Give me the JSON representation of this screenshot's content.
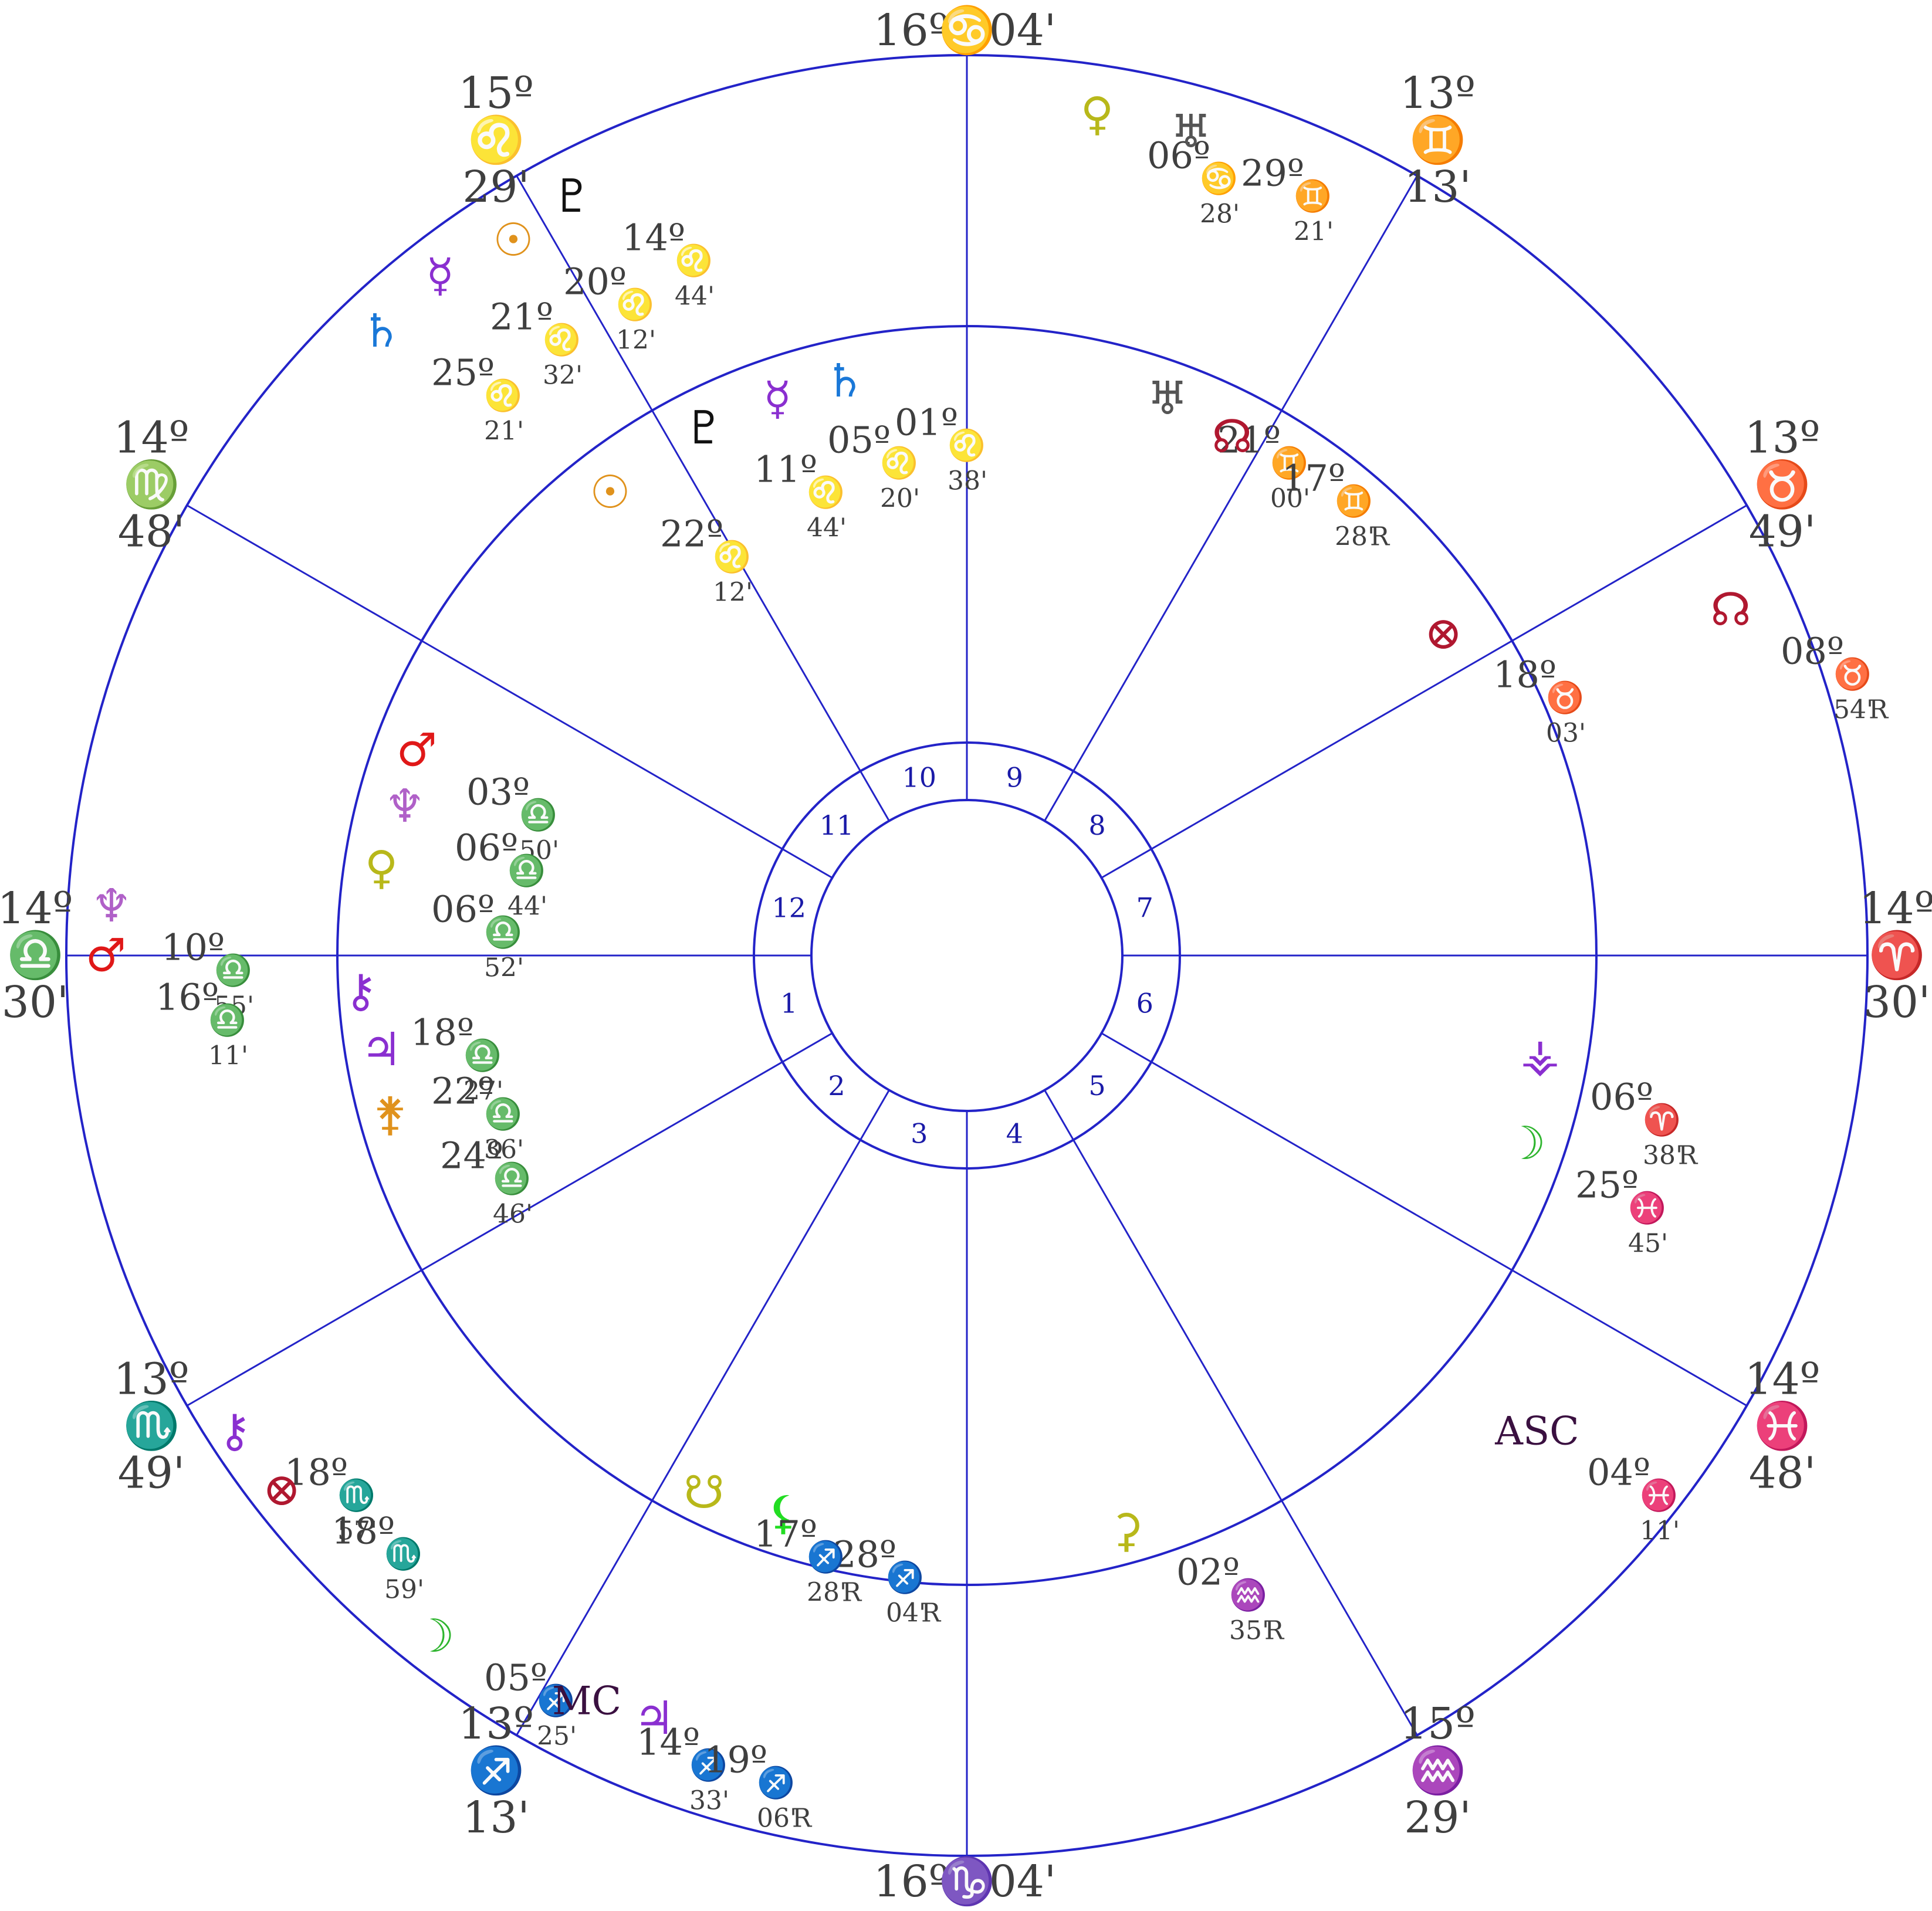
{
  "colors": {
    "line": "#2323c8",
    "text": "#3f3f3f",
    "gold": "#e0921c",
    "purple": "#8a2fd0",
    "olive": "#b8b81a",
    "green": "#2fb52f",
    "lime": "#22dd22",
    "red": "#e01818",
    "darkred": "#b01830",
    "blue": "#1a78d8",
    "navy": "#1a1aa8",
    "black": "#111111",
    "gray": "#555555",
    "maroon": "#3a1040",
    "lavender": "#b060c8"
  },
  "houses": [
    "1",
    "2",
    "3",
    "4",
    "5",
    "6",
    "7",
    "8",
    "9",
    "10",
    "11",
    "12"
  ],
  "outer_cusps": [
    {
      "deg": "16º",
      "sign": "♋",
      "min": "04'",
      "color": "green"
    },
    {
      "deg": "13º",
      "sign": "♊",
      "min": "13'",
      "color": "purple"
    },
    {
      "deg": "13º",
      "sign": "♉",
      "min": "49'",
      "color": "olive"
    },
    {
      "deg": "14º",
      "sign": "♈",
      "min": "30'",
      "color": "darkred"
    },
    {
      "deg": "14º",
      "sign": "♓",
      "min": "48'",
      "color": "purple"
    },
    {
      "deg": "15º",
      "sign": "♒",
      "min": "29'",
      "color": "blue"
    },
    {
      "deg": "16º",
      "sign": "♑",
      "min": "04'",
      "color": "navy"
    },
    {
      "deg": "13º",
      "sign": "♐",
      "min": "13'",
      "color": "purple"
    },
    {
      "deg": "13º",
      "sign": "♏",
      "min": "49'",
      "color": "darkred"
    },
    {
      "deg": "14º",
      "sign": "♎",
      "min": "30'",
      "color": "olive"
    },
    {
      "deg": "14º",
      "sign": "♍",
      "min": "48'",
      "color": "purple"
    },
    {
      "deg": "15º",
      "sign": "♌",
      "min": "29'",
      "color": "gold"
    }
  ],
  "outer_bodies": [
    {
      "name": "venus",
      "glyph": "♀",
      "deg": "06º",
      "sign": "♋",
      "min": "28'",
      "gcolor": "olive",
      "scolor": "green",
      "r": ""
    },
    {
      "name": "uranus",
      "glyph": "♅",
      "deg": "29º",
      "sign": "♊",
      "min": "21'",
      "gcolor": "gray",
      "scolor": "purple",
      "r": ""
    },
    {
      "name": "pluto",
      "glyph": "♇",
      "deg": "14º",
      "sign": "♌",
      "min": "44'",
      "gcolor": "black",
      "scolor": "gold",
      "r": ""
    },
    {
      "name": "sun",
      "glyph": "☉",
      "deg": "20º",
      "sign": "♌",
      "min": "12'",
      "gcolor": "gold",
      "scolor": "gold",
      "r": ""
    },
    {
      "name": "mercury",
      "glyph": "☿",
      "deg": "21º",
      "sign": "♌",
      "min": "32'",
      "gcolor": "purple",
      "scolor": "gold",
      "r": ""
    },
    {
      "name": "saturn",
      "glyph": "♄",
      "deg": "25º",
      "sign": "♌",
      "min": "21'",
      "gcolor": "blue",
      "scolor": "gold",
      "r": ""
    },
    {
      "name": "node",
      "glyph": "☊",
      "deg": "08º",
      "sign": "♉",
      "min": "54'",
      "gcolor": "darkred",
      "scolor": "olive",
      "r": "R"
    },
    {
      "name": "neptune",
      "glyph": "♆",
      "deg": "10º",
      "sign": "♎",
      "min": "55'",
      "gcolor": "lavender",
      "scolor": "olive",
      "r": ""
    },
    {
      "name": "mars",
      "glyph": "♂",
      "deg": "16º",
      "sign": "♎",
      "min": "11'",
      "gcolor": "red",
      "scolor": "olive",
      "r": ""
    },
    {
      "name": "chiron",
      "glyph": "⚷",
      "deg": "18º",
      "sign": "♏",
      "min": "57'",
      "gcolor": "purple",
      "scolor": "darkred",
      "r": ""
    },
    {
      "name": "fortune",
      "glyph": "⊗",
      "deg": "18º",
      "sign": "♏",
      "min": "59'",
      "gcolor": "darkred",
      "scolor": "darkred",
      "r": ""
    },
    {
      "name": "moon",
      "glyph": "☽",
      "deg": "05º",
      "sign": "♐",
      "min": "25'",
      "gcolor": "green",
      "scolor": "purple",
      "r": ""
    },
    {
      "name": "mc",
      "glyph": "MC",
      "deg": "14º",
      "sign": "♐",
      "min": "33'",
      "gcolor": "maroon",
      "scolor": "purple",
      "r": ""
    },
    {
      "name": "jupiter",
      "glyph": "♃",
      "deg": "19º",
      "sign": "♐",
      "min": "06'",
      "gcolor": "purple",
      "scolor": "purple",
      "r": "R"
    },
    {
      "name": "asc",
      "glyph": "ASC",
      "deg": "04º",
      "sign": "♓",
      "min": "11'",
      "gcolor": "maroon",
      "scolor": "purple",
      "r": ""
    }
  ],
  "inner_bodies": [
    {
      "name": "uranus",
      "glyph": "♅",
      "deg": "21º",
      "sign": "♊",
      "min": "00'",
      "gcolor": "gray",
      "scolor": "purple",
      "r": ""
    },
    {
      "name": "node",
      "glyph": "☊",
      "deg": "17º",
      "sign": "♊",
      "min": "28'",
      "gcolor": "darkred",
      "scolor": "purple",
      "r": "R"
    },
    {
      "name": "mercury",
      "glyph": "☿",
      "deg": "05º",
      "sign": "♌",
      "min": "20'",
      "gcolor": "purple",
      "scolor": "gold",
      "r": ""
    },
    {
      "name": "saturn",
      "glyph": "♄",
      "deg": "01º",
      "sign": "♌",
      "min": "38'",
      "gcolor": "blue",
      "scolor": "gold",
      "r": ""
    },
    {
      "name": "pluto",
      "glyph": "♇",
      "deg": "11º",
      "sign": "♌",
      "min": "44'",
      "gcolor": "black",
      "scolor": "gold",
      "r": ""
    },
    {
      "name": "sun",
      "glyph": "☉",
      "deg": "22º",
      "sign": "♌",
      "min": "12'",
      "gcolor": "gold",
      "scolor": "gold",
      "r": ""
    },
    {
      "name": "fortune",
      "glyph": "⊗",
      "deg": "18º",
      "sign": "♉",
      "min": "03'",
      "gcolor": "darkred",
      "scolor": "olive",
      "r": ""
    },
    {
      "name": "mars",
      "glyph": "♂",
      "deg": "03º",
      "sign": "♎",
      "min": "50'",
      "gcolor": "red",
      "scolor": "olive",
      "r": ""
    },
    {
      "name": "neptune",
      "glyph": "♆",
      "deg": "06º",
      "sign": "♎",
      "min": "44'",
      "gcolor": "lavender",
      "scolor": "olive",
      "r": ""
    },
    {
      "name": "venus",
      "glyph": "♀",
      "deg": "06º",
      "sign": "♎",
      "min": "52'",
      "gcolor": "olive",
      "scolor": "olive",
      "r": ""
    },
    {
      "name": "chiron",
      "glyph": "⚷",
      "deg": "18º",
      "sign": "♎",
      "min": "27'",
      "gcolor": "purple",
      "scolor": "olive",
      "r": ""
    },
    {
      "name": "jupiter",
      "glyph": "♃",
      "deg": "22º",
      "sign": "♎",
      "min": "36'",
      "gcolor": "purple",
      "scolor": "olive",
      "r": ""
    },
    {
      "name": "juno",
      "glyph": "⚵",
      "deg": "24º",
      "sign": "♎",
      "min": "46'",
      "gcolor": "gold",
      "scolor": "olive",
      "r": ""
    },
    {
      "name": "vertex",
      "glyph": "⚶",
      "deg": "06º",
      "sign": "♈",
      "min": "38'",
      "gcolor": "purple",
      "scolor": "darkred",
      "r": "R"
    },
    {
      "name": "moon",
      "glyph": "☽",
      "deg": "25º",
      "sign": "♓",
      "min": "45'",
      "gcolor": "green",
      "scolor": "purple",
      "r": ""
    },
    {
      "name": "ceres",
      "glyph": "⚳",
      "deg": "02º",
      "sign": "♒",
      "min": "35'",
      "gcolor": "olive",
      "scolor": "blue",
      "r": "R"
    },
    {
      "name": "lilith",
      "glyph": "⚸",
      "deg": "28º",
      "sign": "♐",
      "min": "04'",
      "gcolor": "lime",
      "scolor": "purple",
      "r": "R"
    },
    {
      "name": "southnode",
      "glyph": "☋",
      "deg": "17º",
      "sign": "♐",
      "min": "28'",
      "gcolor": "olive",
      "scolor": "purple",
      "r": "R"
    }
  ]
}
